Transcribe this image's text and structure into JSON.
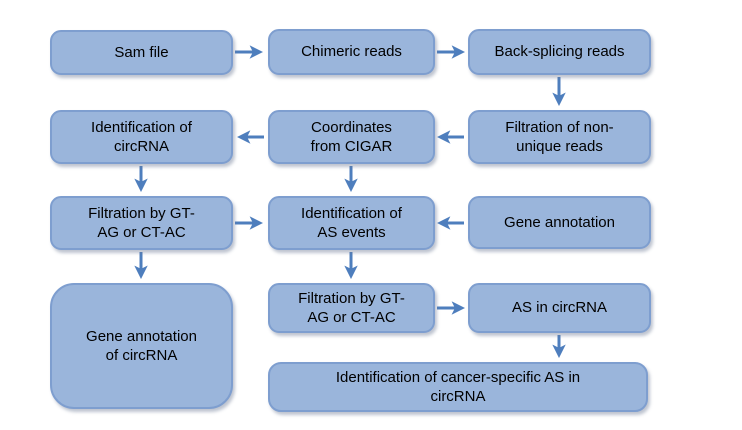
{
  "colors": {
    "background": "#ffffff",
    "node_fill": "#9ab5db",
    "node_border": "#7e9ecf",
    "arrow": "#4e7ebd",
    "text": "#000000"
  },
  "nodes": {
    "sam_file": {
      "label": "Sam file"
    },
    "chimeric_reads": {
      "label": "Chimeric reads"
    },
    "back_splicing_reads": {
      "label": "Back-splicing reads"
    },
    "identification_of_circrna": {
      "label": "Identification of\ncircRNA"
    },
    "coordinates_from_cigar": {
      "label": "Coordinates\nfrom CIGAR"
    },
    "filtration_of_non_unique_reads": {
      "label": "Filtration of non-\nunique reads"
    },
    "filtration_by_gt_ag_1": {
      "label": "Filtration by GT-\nAG or CT-AC"
    },
    "identification_of_as_events": {
      "label": "Identification of\nAS events"
    },
    "gene_annotation": {
      "label": "Gene annotation"
    },
    "gene_annotation_of_circrna": {
      "label": "Gene annotation\nof circRNA"
    },
    "filtration_by_gt_ag_2": {
      "label": "Filtration by GT-\nAG or CT-AC"
    },
    "as_in_circrna": {
      "label": "AS in circRNA"
    },
    "identification_of_cancer_specific_as": {
      "label": "Identification of cancer-specific AS in\ncircRNA"
    }
  },
  "edges": [
    {
      "from": "sam_file",
      "to": "chimeric_reads",
      "direction": "right"
    },
    {
      "from": "chimeric_reads",
      "to": "back_splicing_reads",
      "direction": "right"
    },
    {
      "from": "back_splicing_reads",
      "to": "filtration_of_non_unique_reads",
      "direction": "down"
    },
    {
      "from": "filtration_of_non_unique_reads",
      "to": "coordinates_from_cigar",
      "direction": "left"
    },
    {
      "from": "coordinates_from_cigar",
      "to": "identification_of_circrna",
      "direction": "left"
    },
    {
      "from": "identification_of_circrna",
      "to": "filtration_by_gt_ag_1",
      "direction": "down"
    },
    {
      "from": "coordinates_from_cigar",
      "to": "identification_of_as_events",
      "direction": "down"
    },
    {
      "from": "filtration_by_gt_ag_1",
      "to": "identification_of_as_events",
      "direction": "right"
    },
    {
      "from": "gene_annotation",
      "to": "identification_of_as_events",
      "direction": "left"
    },
    {
      "from": "filtration_by_gt_ag_1",
      "to": "gene_annotation_of_circrna",
      "direction": "down"
    },
    {
      "from": "identification_of_as_events",
      "to": "filtration_by_gt_ag_2",
      "direction": "down"
    },
    {
      "from": "filtration_by_gt_ag_2",
      "to": "as_in_circrna",
      "direction": "right"
    },
    {
      "from": "as_in_circrna",
      "to": "identification_of_cancer_specific_as",
      "direction": "down"
    }
  ]
}
